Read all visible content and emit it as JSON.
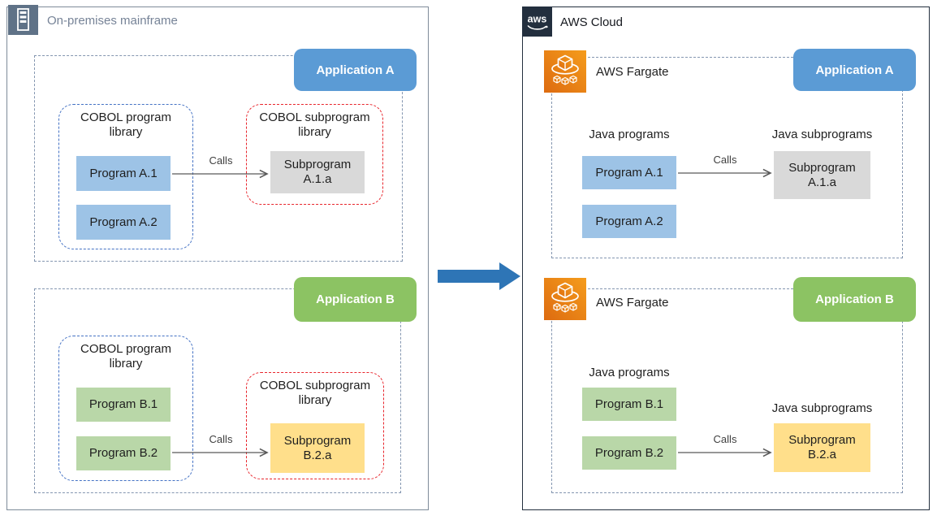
{
  "colors": {
    "app_a_accent": "#5B9BD5",
    "app_b_accent": "#8CC363",
    "program_a_fill": "#9DC3E6",
    "program_b_fill": "#B9D7A8",
    "subprogram_a_fill": "#D9D9D9",
    "subprogram_b_fill": "#FFDF8B",
    "migration_arrow": "#2E75B6",
    "aws_dark": "#232F3E",
    "fargate_orange": "#ED7100",
    "onprem_icon_bg": "#5F7287",
    "library_blue_border": "#4472C4",
    "library_red_border": "#E8252C",
    "group_dash_border": "#8496B0"
  },
  "icons": {
    "left_corner": "mainframe-icon",
    "right_corner": "aws-logo-icon",
    "service": "fargate-icon"
  },
  "left_panel": {
    "title": "On-premises mainframe",
    "app_a": {
      "label": "Application A",
      "program_library_label": "COBOL program library",
      "programs": [
        "Program A.1",
        "Program A.2"
      ],
      "subprogram_library_label": "COBOL subprogram library",
      "subprogram": "Subprogram A.1.a",
      "calls_label": "Calls"
    },
    "app_b": {
      "label": "Application B",
      "program_library_label": "COBOL program library",
      "programs": [
        "Program B.1",
        "Program B.2"
      ],
      "subprogram_library_label": "COBOL subprogram library",
      "subprogram": "Subprogram B.2.a",
      "calls_label": "Calls"
    }
  },
  "right_panel": {
    "title": "AWS Cloud",
    "logo_text": "aws",
    "app_a": {
      "service_label": "AWS Fargate",
      "label": "Application A",
      "programs_label": "Java programs",
      "programs": [
        "Program A.1",
        "Program A.2"
      ],
      "subprograms_label": "Java subprograms",
      "subprogram": "Subprogram A.1.a",
      "calls_label": "Calls"
    },
    "app_b": {
      "service_label": "AWS Fargate",
      "label": "Application B",
      "programs_label": "Java programs",
      "programs": [
        "Program B.1",
        "Program B.2"
      ],
      "subprograms_label": "Java subprograms",
      "subprogram": "Subprogram B.2.a",
      "calls_label": "Calls"
    }
  }
}
